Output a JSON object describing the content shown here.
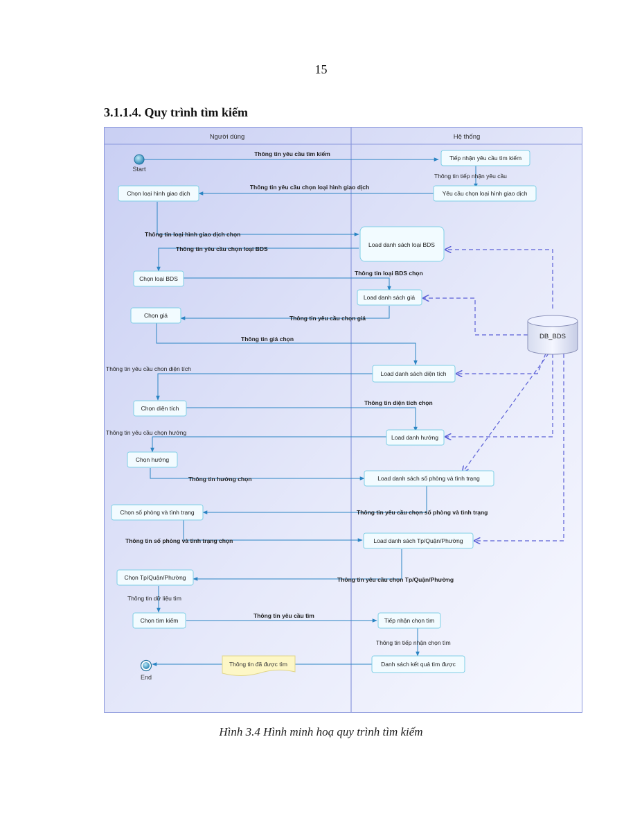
{
  "page": {
    "number": "15",
    "section_heading": "3.1.1.4. Quy trình tìm kiếm",
    "caption": "Hình 3.4 Hình minh hoạ quy trình tìm kiếm"
  },
  "diagram": {
    "swimlanes": {
      "user": "Người dùng",
      "system": "Hệ thống"
    },
    "start_label": "Start",
    "end_label": "End",
    "database": "DB_BDS",
    "note": "Thông tin đã được tìm",
    "actions": {
      "tiep_nhan_yeu_cau": "Tiếp nhận yêu cầu tìm kiếm",
      "yeu_cau_chon_loai_hinh": "Yêu cầu chọn loại hình giao dịch",
      "chon_loai_hinh": "Chọn loại hình giao dịch",
      "load_loai_bds": "Load danh sách loại BDS",
      "chon_loai_bds": "Chọn loại BDS",
      "load_gia": "Load danh sách giá",
      "chon_gia": "Chọn giá",
      "load_dien_tich": "Load danh sách diện tích",
      "chon_dien_tich": "Chọn diện tích",
      "load_huong": "Load danh hướng",
      "chon_huong": "Chọn hướng",
      "load_so_phong": "Load danh sách số phòng và tình trạng",
      "chon_so_phong": "Chọn số phòng và tình trạng",
      "load_tp": "Load danh sách Tp/Quận/Phường",
      "chon_tp": "Chọn Tp/Quận/Phường",
      "chon_tim_kiem": "Chọn tìm kiếm",
      "tiep_nhan_chon_tim": "Tiếp nhận chọn tìm",
      "danh_sach_ket_qua": "Danh sách kết quả tìm được"
    },
    "flows": {
      "f1": "Thông tin yêu cầu tìm kiếm",
      "f2": "Thông tin tiếp nhận yêu cầu",
      "f3": "Thông tin yêu cầu chọn loại hình giao dịch",
      "f4": "Thông tin loại hình giao dịch chọn",
      "f5": "Thông tin yêu cầu chọn loại BDS",
      "f6": "Thông tin loại BDS chọn",
      "f7": "Thông tin yêu cầu chọn giá",
      "f8": "Thông tin giá chọn",
      "f9": "Thông tin yêu cầu chon diện tích",
      "f10": "Thông tin diện tích chọn",
      "f11": "Thông tin yêu cầu chọn hướng",
      "f12": "Thông tin hướng chọn",
      "f13": "Thông tin yêu cầu chọn số phòng và tình trạng",
      "f14": "Thông tin số phòng và tình trạng chọn",
      "f15": "Thông tin yêu cầu chọn Tp/Quận/Phường",
      "f16": "Thông tin dữ liệu tìm",
      "f17": "Thông tin yêu cầu tìm",
      "f18": "Thông tin tiếp nhận chọn tìm"
    },
    "colors": {
      "lane_bg": "#dde1f7",
      "lane_border": "#8a97dc",
      "node_fill": "#f2fbff",
      "node_border": "#7fcfe6",
      "arrow": "#2a84c3",
      "dashed": "#5a5fd6",
      "note_fill": "#fdf7c6"
    }
  }
}
